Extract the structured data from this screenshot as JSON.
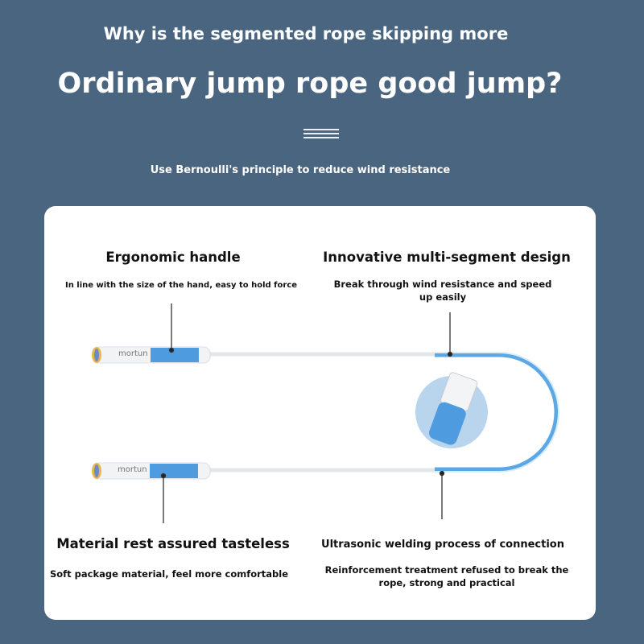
{
  "header": {
    "subtitle_top": "Why is the segmented rope skipping more",
    "title": "Ordinary jump rope good jump?",
    "tagline": "Use Bernoulli's principle to reduce wind resistance"
  },
  "features": {
    "handle": {
      "title": "Ergonomic handle",
      "desc": "In line with the size of the hand, easy to hold force"
    },
    "segment": {
      "title": "Innovative multi-segment design",
      "desc": "Break through wind resistance and speed up easily"
    },
    "material": {
      "title": "Material rest assured tasteless",
      "desc": "Soft package material, feel more comfortable"
    },
    "welding": {
      "title": "Ultrasonic welding process of connection",
      "desc": "Reinforcement treatment refused to break the rope, strong and practical"
    }
  },
  "product": {
    "brand": "mortun"
  },
  "colors": {
    "background": "#4a6580",
    "accent_blue": "#4a9be0",
    "card": "#ffffff"
  }
}
